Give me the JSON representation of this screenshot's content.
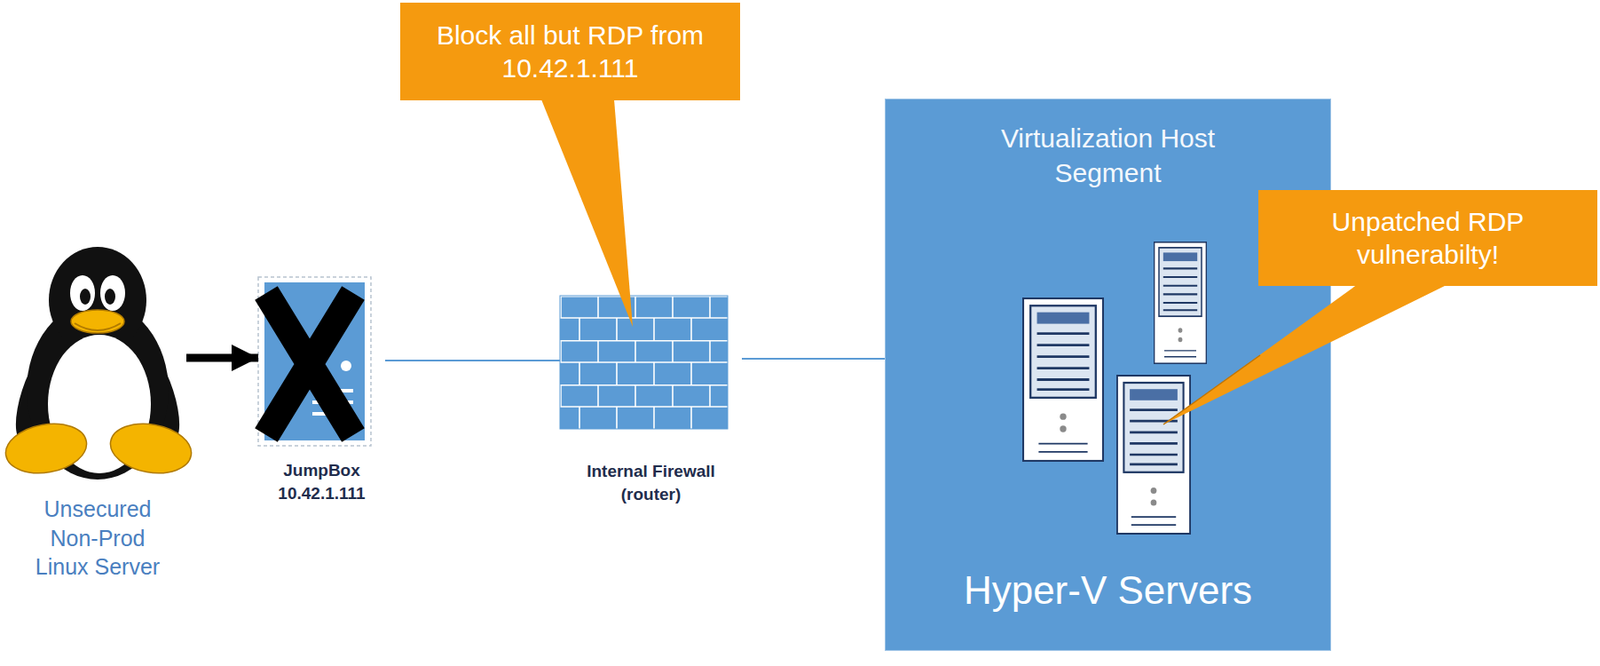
{
  "diagram": {
    "nodes": [
      {
        "text": [
          "Unsecured Non-Prod Linux Server"
        ]
      },
      {
        "text": [
          "JumpBox 10.42.1.111"
        ]
      },
      {
        "text": [
          "Internal Firewall (router)"
        ]
      },
      {
        "text": [
          "Virtualization Host Segment",
          "Hyper-V Servers"
        ]
      },
      {
        "text": [
          "Block all but RDP from 10.42.1.111"
        ]
      },
      {
        "text": [
          "Unpatched RDP vulnerabilty!"
        ]
      }
    ],
    "edges": [
      {
        "from": 0,
        "to": 1,
        "arrow": "to"
      },
      {
        "from": 1,
        "to": 2,
        "arrow": "none"
      },
      {
        "from": 2,
        "to": 3,
        "arrow": "none"
      }
    ]
  }
}
